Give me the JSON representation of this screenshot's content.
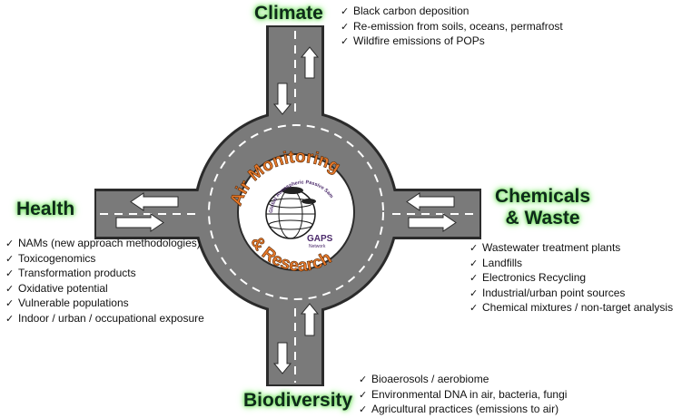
{
  "center": {
    "title_line1": "Air Monitoring",
    "title_line2": "& Research",
    "logo_text": "GAPS",
    "logo_subtext": "Network",
    "logo_ring_text": "Global Atmospheric Passive Sampling"
  },
  "sections": {
    "climate": {
      "heading": "Climate",
      "items": [
        "Black carbon deposition",
        "Re-emission from soils, oceans, permafrost",
        "Wildfire emissions of POPs"
      ]
    },
    "health": {
      "heading": "Health",
      "items": [
        "NAMs (new approach methodologies)",
        "Toxicogenomics",
        "Transformation products",
        "Oxidative potential",
        "Vulnerable populations",
        "Indoor / urban / occupational exposure"
      ]
    },
    "chemicals": {
      "heading_line1": "Chemicals",
      "heading_line2": "& Waste",
      "items": [
        "Wastewater treatment plants",
        "Landfills",
        "Electronics Recycling",
        "Industrial/urban point sources",
        "Chemical mixtures / non-target analysis"
      ]
    },
    "biodiversity": {
      "heading": "Biodiversity",
      "items": [
        "Bioaerosols / aerobiome",
        "Environmental DNA in air, bacteria, fungi",
        "Agricultural practices (emissions to air)"
      ]
    }
  },
  "colors": {
    "road": "#7a7a7a",
    "road_edge": "#2b2b2b",
    "lane_marking": "#ffffff",
    "center_title": "#e8792a",
    "heading_glow": "#7be36a",
    "logo_text": "#4b2a6b"
  }
}
